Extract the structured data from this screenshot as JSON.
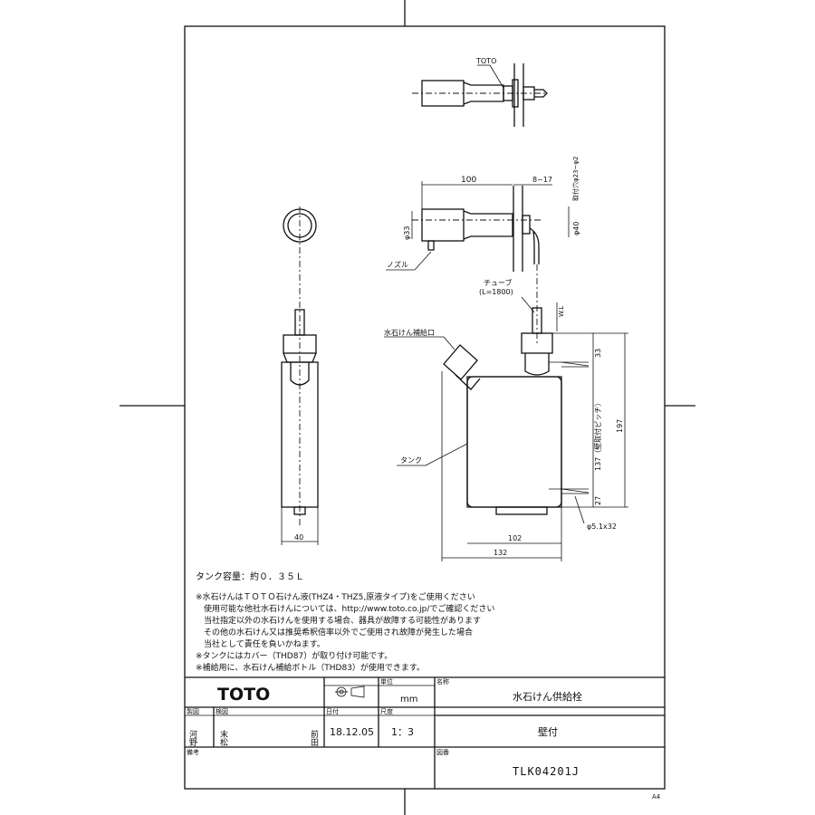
{
  "title_block": {
    "logo": "TOTO",
    "unit_label": "単位",
    "unit_value": "mm",
    "name_label": "名称",
    "name_value": "水石けん供給栓",
    "drawn_label": "製図",
    "drawn_by": "河野",
    "checked_label": "検図",
    "checked_by_1": "末松",
    "checked_by_2": "前田",
    "date_label": "日付",
    "date_value": "18.12.05",
    "scale_label": "尺度",
    "scale_value": "1：3",
    "install_value": "壁付",
    "remarks_label": "備考",
    "drawing_no_label": "図番",
    "drawing_no_value": "TLK04201J",
    "paper_size": "A4"
  },
  "notes": {
    "capacity": "タンク容量：約０．３５Ｌ",
    "lines": [
      "※水石けんはＴＯＴＯ石けん液(THZ4・THZ5,原液タイプ)をご使用ください",
      "　使用可能な他社水石けんについては、http://www.toto.co.jp/でご確認ください",
      "　当社指定以外の水石けんを使用する場合、器具が故障する可能性があります",
      "　その他の水石けん又は推奨希釈倍率以外でご使用され故障が発生した場合",
      "　当社として責任を負いかねます。",
      "※タンクにはカバー（THD87）が取り付け可能です。",
      "※補給用に、水石けん補給ボトル（THD83）が使用できます。"
    ]
  },
  "labels": {
    "toto_mark": "TOTO",
    "nozzle": "ノズル",
    "tube": "チューブ",
    "tube_length": "(L=1800)",
    "wl": "W.L",
    "refill_port": "水石けん補給口",
    "tank": "タンク",
    "mount_hole": "取付穴φ23~φ2",
    "dim_100": "100",
    "dim_8_17": "8~17",
    "dim_phi33": "φ33",
    "dim_phi40": "φ40",
    "dim_33": "33",
    "dim_197": "197",
    "dim_137": "137（壁取付ピッチ）",
    "dim_27": "27",
    "dim_102": "102",
    "dim_132": "132",
    "dim_40": "40",
    "screw": "φ5.1x32"
  }
}
